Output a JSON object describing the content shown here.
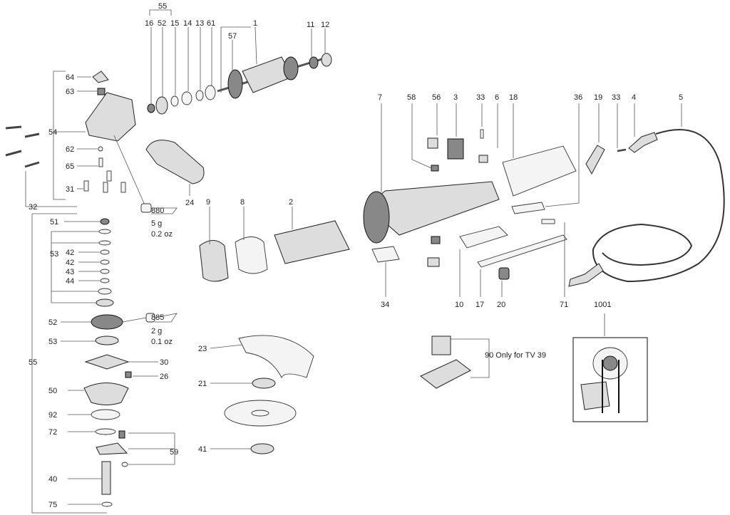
{
  "labels": {
    "p1": "1",
    "p2": "2",
    "p3": "3",
    "p4": "4",
    "p5": "5",
    "p6": "6",
    "p7": "7",
    "p8": "8",
    "p9": "9",
    "p10": "10",
    "p11": "11",
    "p12": "12",
    "p13": "13",
    "p14": "14",
    "p15": "15",
    "p16": "16",
    "p17": "17",
    "p18": "18",
    "p19": "19",
    "p20": "20",
    "p21": "21",
    "p23": "23",
    "p24": "24",
    "p26": "26",
    "p30": "30",
    "p31": "31",
    "p32": "32",
    "p33a": "33",
    "p33b": "33",
    "p34": "34",
    "p36": "36",
    "p40": "40",
    "p41": "41",
    "p42a": "42",
    "p42b": "42",
    "p43": "43",
    "p44": "44",
    "p50": "50",
    "p51": "51",
    "p52a": "52",
    "p52b": "52",
    "p53a": "53",
    "p53b": "53",
    "p54": "54",
    "p55a": "55",
    "p55b": "55",
    "p56": "56",
    "p57": "57",
    "p58": "58",
    "p59": "59",
    "p61": "61",
    "p62": "62",
    "p63": "63",
    "p64": "64",
    "p65": "65",
    "p71": "71",
    "p72": "72",
    "p75": "75",
    "p92": "92",
    "p1001": "1001"
  },
  "notes": {
    "grease880": "880",
    "grease880_qty": "5 g",
    "grease880_oz": "0.2 oz",
    "grease885": "885",
    "grease885_qty": "2 g",
    "grease885_oz": "0.1 oz",
    "only_for": "90 Only for TV 39"
  }
}
